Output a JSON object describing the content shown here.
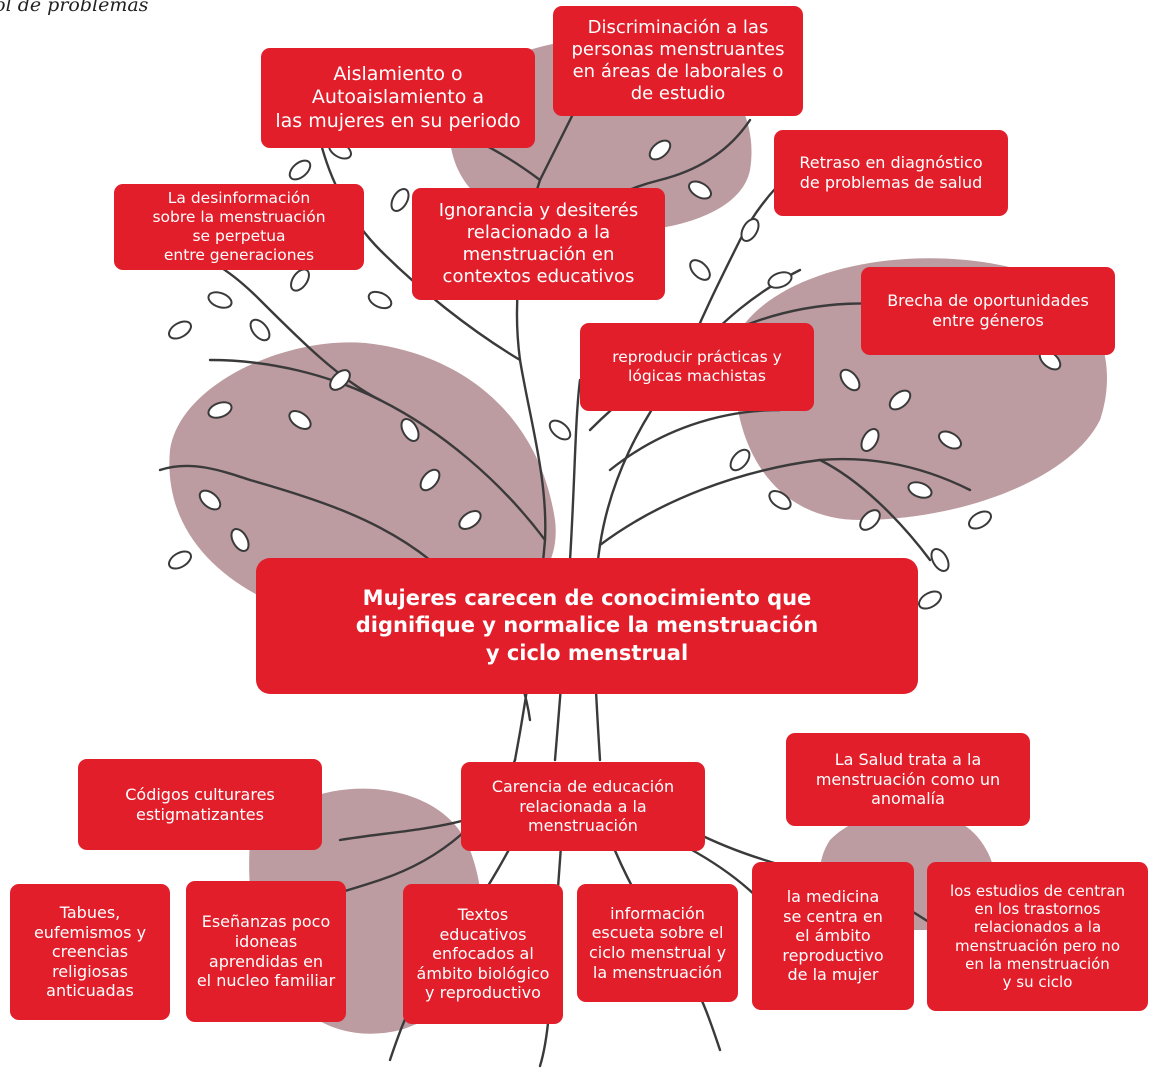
{
  "header": {
    "title": "bol de problemas"
  },
  "colors": {
    "box": "#e21e2b",
    "blob": "#b08a91",
    "line": "#3a3a3a"
  },
  "core_problem": "Mujeres carecen de conocimiento que\ndignifique y normalice la menstruación\ny ciclo menstrual",
  "effects": {
    "aislamiento": "Aislamiento o\nAutoaislamiento a\nlas mujeres en su periodo",
    "discriminacion": "Discriminación a las\npersonas menstruantes\nen áreas de laborales o\nde estudio",
    "retraso": "Retraso en diagnóstico\nde problemas de salud",
    "desinformacion": "La desinformación\nsobre la menstruación\nse perpetua\nentre generaciones",
    "ignorancia": "Ignorancia y desiterés\nrelacionado a la\nmenstruación en\ncontextos educativos",
    "brecha": "Brecha de oportunidades\nentre géneros",
    "machistas": "reproducir prácticas y\nlógicas machistas"
  },
  "causes": {
    "codigos": "Códigos culturares\nestigmatizantes",
    "carencia": "Carencia de educación\nrelacionada a la\nmenstruación",
    "salud": "La Salud trata a la\nmenstruación como un\nanomalía",
    "tabues": "Tabues,\neufemismos y\ncreencias\nreligiosas\nanticuadas",
    "ensenanzas": "Eseñanzas poco\nidoneas\naprendidas en\nel nucleo familiar",
    "textos": "Textos\neducativos\nenfocados al\námbito biológico\ny reproductivo",
    "informacion": "información\nescueta sobre el\nciclo menstrual y\nla menstruación",
    "medicina": "la medicina\nse centra en\nel ámbito\nreproductivo\nde la mujer",
    "estudios": "los estudios de centran\nen los trastornos\nrelacionados a la\nmenstruación pero no\nen la menstruación\ny su ciclo"
  }
}
